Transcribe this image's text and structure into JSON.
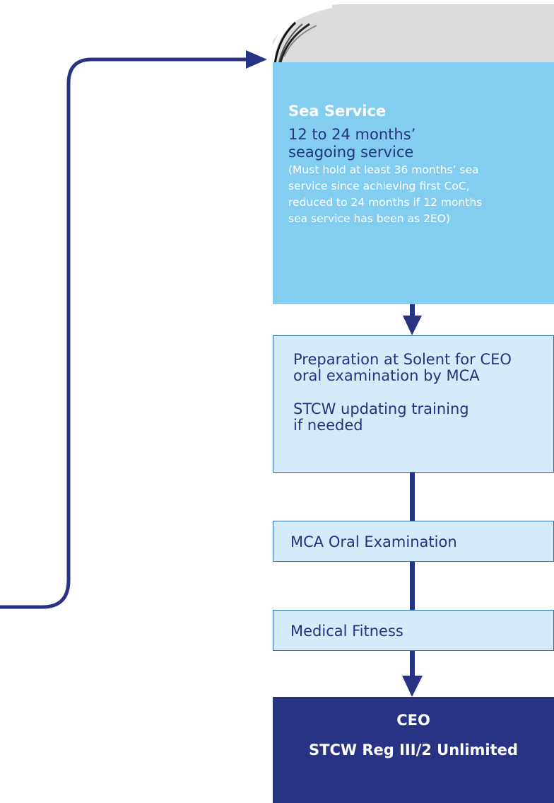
{
  "sea_service": {
    "title": "Sea Service",
    "main_line1": "12 to 24 months’",
    "main_line2": "seagoing service",
    "note_line1": "(Must hold at least 36 months’ sea",
    "note_line2": "service since achieving first CoC,",
    "note_line3": "reduced to 24 months if 12 months",
    "note_line4": "sea service has been as 2EO)"
  },
  "preparation": {
    "line1": "Preparation at Solent for CEO",
    "line2": "oral examination by MCA",
    "line3": "STCW updating training",
    "line4": "if needed"
  },
  "oral_exam": {
    "label": "MCA Oral Examination"
  },
  "medical": {
    "label": "Medical Fitness"
  },
  "result": {
    "title": "CEO",
    "subtitle": "STCW Reg III/2 Unlimited"
  },
  "colors": {
    "navy": "#293383",
    "sea_blue": "#82cdf0",
    "light_box": "#d4ecfa",
    "page_curl": "#dcdcdc"
  }
}
